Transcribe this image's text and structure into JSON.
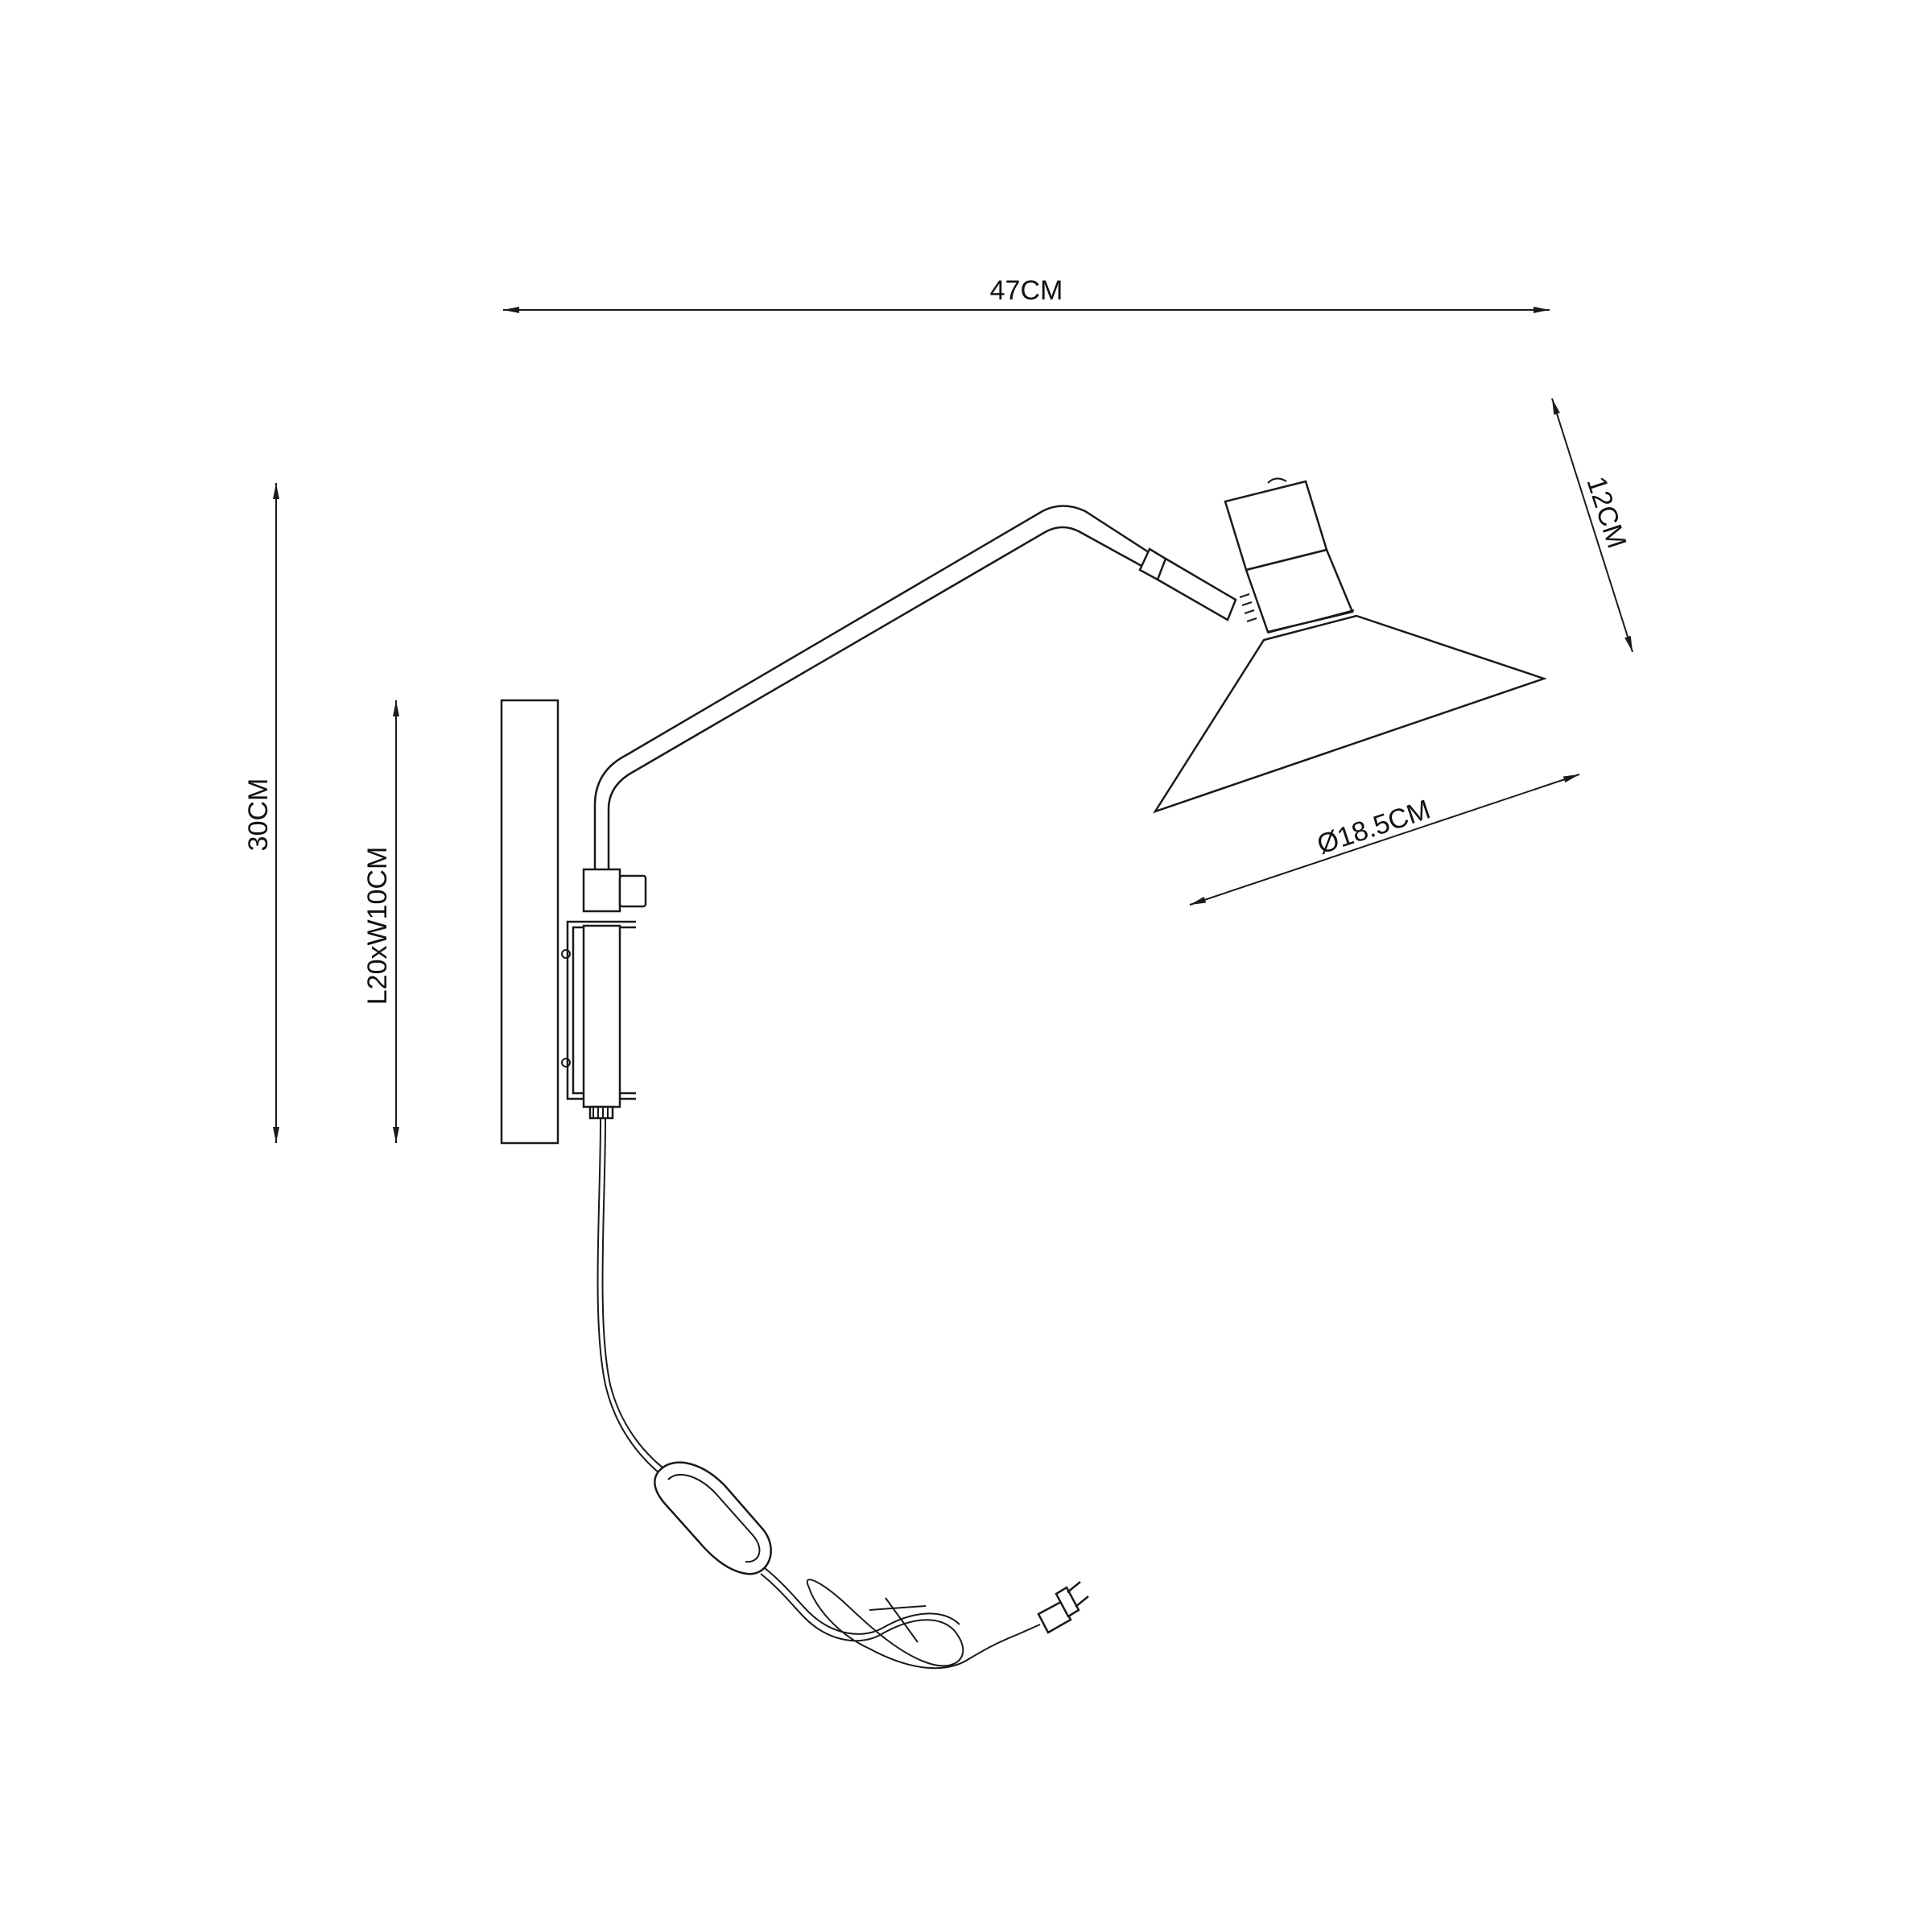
{
  "dimensions": {
    "overall_width": "47CM",
    "overall_height": "30CM",
    "backplate": "L20xW10CM",
    "head_height": "12CM",
    "shade_diameter": "Ø18.5CM"
  }
}
